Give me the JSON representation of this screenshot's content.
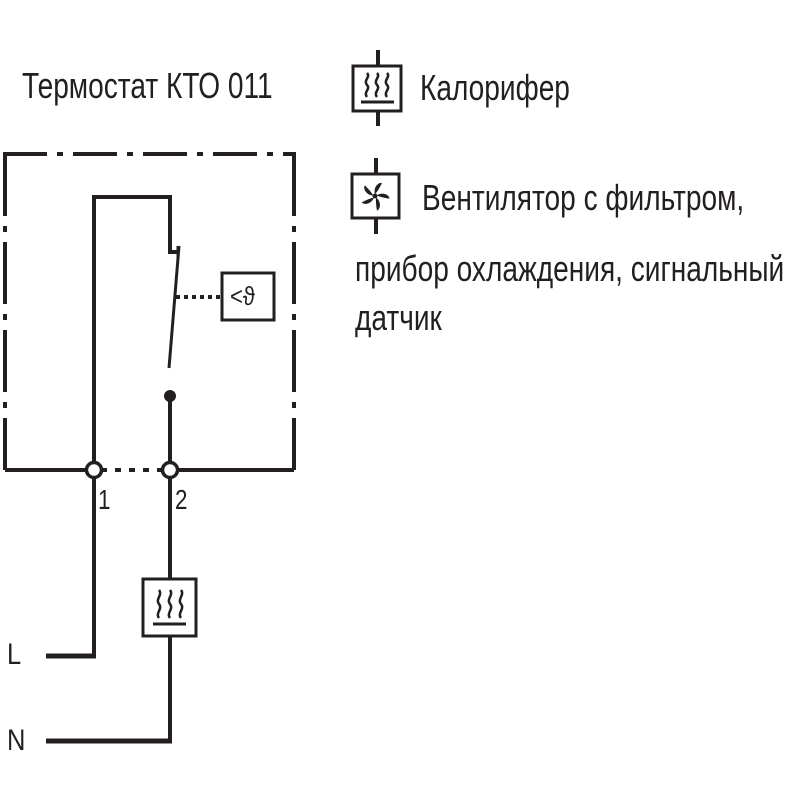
{
  "title": "Термостат КТО 011",
  "legend": {
    "heater_label": "Калорифер",
    "fan_label_line1": "Вентилятор с фильтром,",
    "fan_label_line2": "прибор охлаждения, сигнальный",
    "fan_label_line3": "датчик"
  },
  "terminals": {
    "t1": "1",
    "t2": "2"
  },
  "supply": {
    "line": "L",
    "neutral": "N"
  },
  "sensor_symbol": "<ϑ",
  "colors": {
    "line": "#231f20",
    "background": "#ffffff"
  }
}
